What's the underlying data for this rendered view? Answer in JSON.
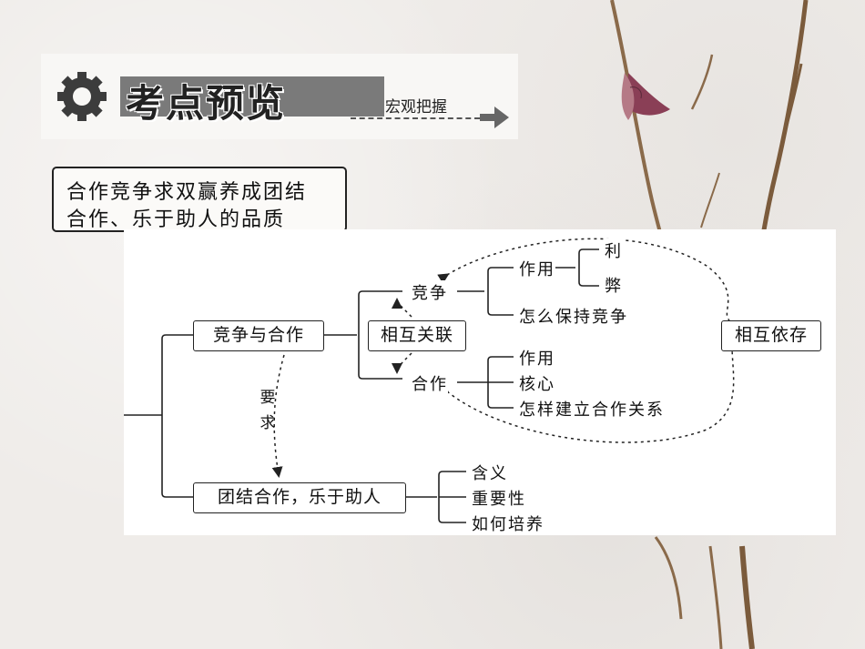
{
  "banner": {
    "title": "考点预览",
    "subtitle": "宏观把握"
  },
  "topic": {
    "line1": "合作竞争求双赢养成团结",
    "line2": "合作、乐于助人的品质"
  },
  "diagram": {
    "node_competition_cooperation": "竞争与合作",
    "node_relation": "相互关联",
    "node_dependence": "相互依存",
    "node_unity": "团结合作，乐于助人",
    "competition": "竞争",
    "cooperation": "合作",
    "competition_role": "作用",
    "advantage": "利",
    "disadvantage": "弊",
    "keep_competition": "怎么保持竞争",
    "cooperation_role": "作用",
    "core": "核心",
    "build_cooperation": "怎样建立合作关系",
    "requirement_char1": "要",
    "requirement_char2": "求",
    "meaning": "含义",
    "importance": "重要性",
    "how_to_cultivate": "如何培养"
  }
}
